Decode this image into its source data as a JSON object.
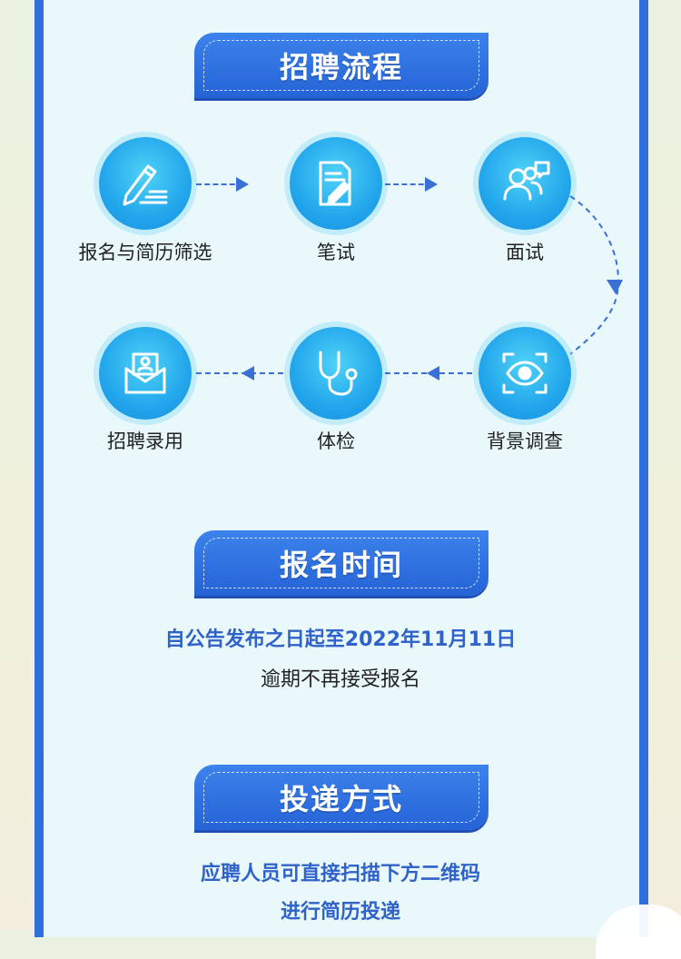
{
  "sections": {
    "process": {
      "title": "招聘流程"
    },
    "signup": {
      "title": "报名时间",
      "line1": "自公告发布之日起至2022年11月11日",
      "line2": "逾期不再接受报名"
    },
    "delivery": {
      "title": "投递方式",
      "line1": "应聘人员可直接扫描下方二维码",
      "line2": "进行简历投递"
    }
  },
  "steps": [
    {
      "label": "报名与简历筛选",
      "icon": "pen-form-icon"
    },
    {
      "label": "笔试",
      "icon": "document-pen-icon"
    },
    {
      "label": "面试",
      "icon": "people-chat-icon"
    },
    {
      "label": "背景调查",
      "icon": "eye-scan-icon"
    },
    {
      "label": "体检",
      "icon": "stethoscope-icon"
    },
    {
      "label": "招聘录用",
      "icon": "offer-envelope-icon"
    }
  ],
  "colors": {
    "primary_blue": "#2f6fdc",
    "circle_blue": "#22a6ec",
    "text_blue": "#2f63c9",
    "panel_bg": "#e9f8fb"
  }
}
